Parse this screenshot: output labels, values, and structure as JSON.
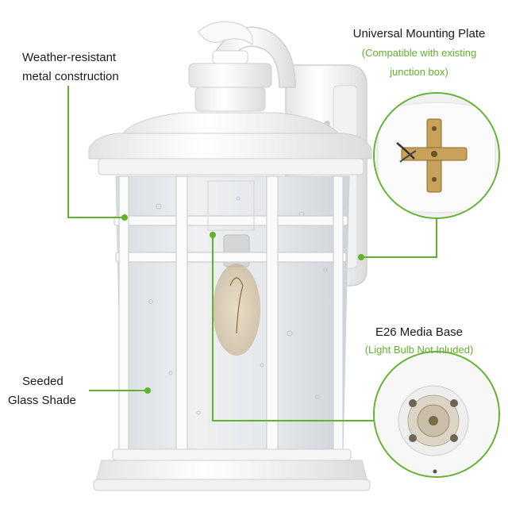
{
  "callouts": {
    "weather": {
      "line1": "Weather-resistant",
      "line2": "metal construction"
    },
    "mounting": {
      "title": "Universal Mounting Plate",
      "note_line1": "(Compatible with existing",
      "note_line2": "junction box)"
    },
    "base": {
      "title": "E26 Media Base",
      "note": "(Light Bulb Not Inluded)"
    },
    "glass": {
      "line1": "Seeded",
      "line2": "Glass Shade"
    }
  },
  "colors": {
    "callout_line": "#62b22f",
    "fixture": "#f7f7f7",
    "fixture_edge": "#c9c9c9",
    "glass": "#e6e9ec"
  },
  "icons": [
    "mounting-plate-detail",
    "e26-socket-detail"
  ]
}
